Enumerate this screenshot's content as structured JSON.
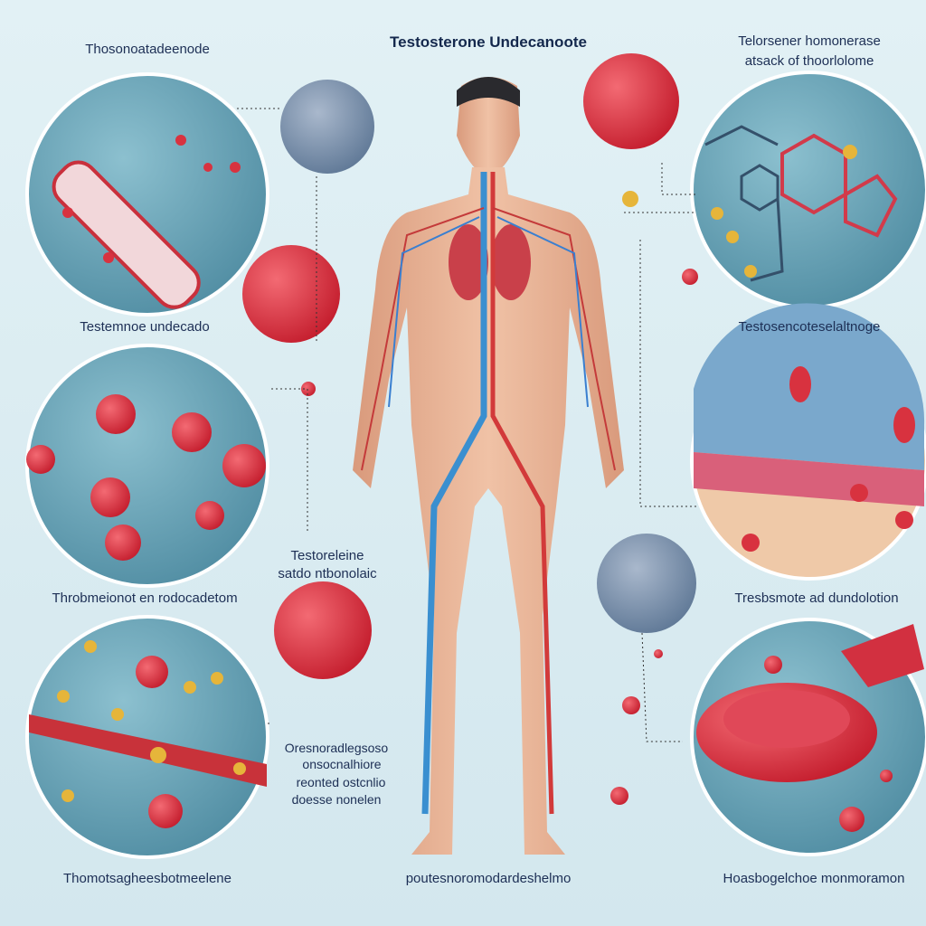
{
  "title": "Testosterone Undecanoote",
  "labels": {
    "top_left": "Thosonoatadeenode",
    "top_right_1": "Telorsener homonerase",
    "top_right_2": "atsack of thoorlolome",
    "upper_left": "Testemnoe undecado",
    "upper_right": "Testosencoteselaltnoge",
    "center_left_1": "Testoreleine",
    "center_left_2": "satdo ntbonolaic",
    "mid_left": "Throbmeionot en rodocadetom",
    "mid_right": "Tresbsmote ad dundolotion",
    "lower_center_1": "Oresnoradlegsoso",
    "lower_center_2": "onsocnalhiore",
    "lower_center_3": "reonted ostcnlio",
    "lower_center_4": "doesse nonelen",
    "bottom_left": "Thomotsagheesbotmeelene",
    "bottom_center": "poutesnoromodardeshelmo",
    "bottom_right": "Hoasbogelchoe monmoramon"
  },
  "colors": {
    "background": "#dceef3",
    "circle": "#5f9aae",
    "blood_cell": "#d8323f",
    "artery": "#d23a3a",
    "vein": "#3a8fd0",
    "skin": "#e8b497"
  }
}
